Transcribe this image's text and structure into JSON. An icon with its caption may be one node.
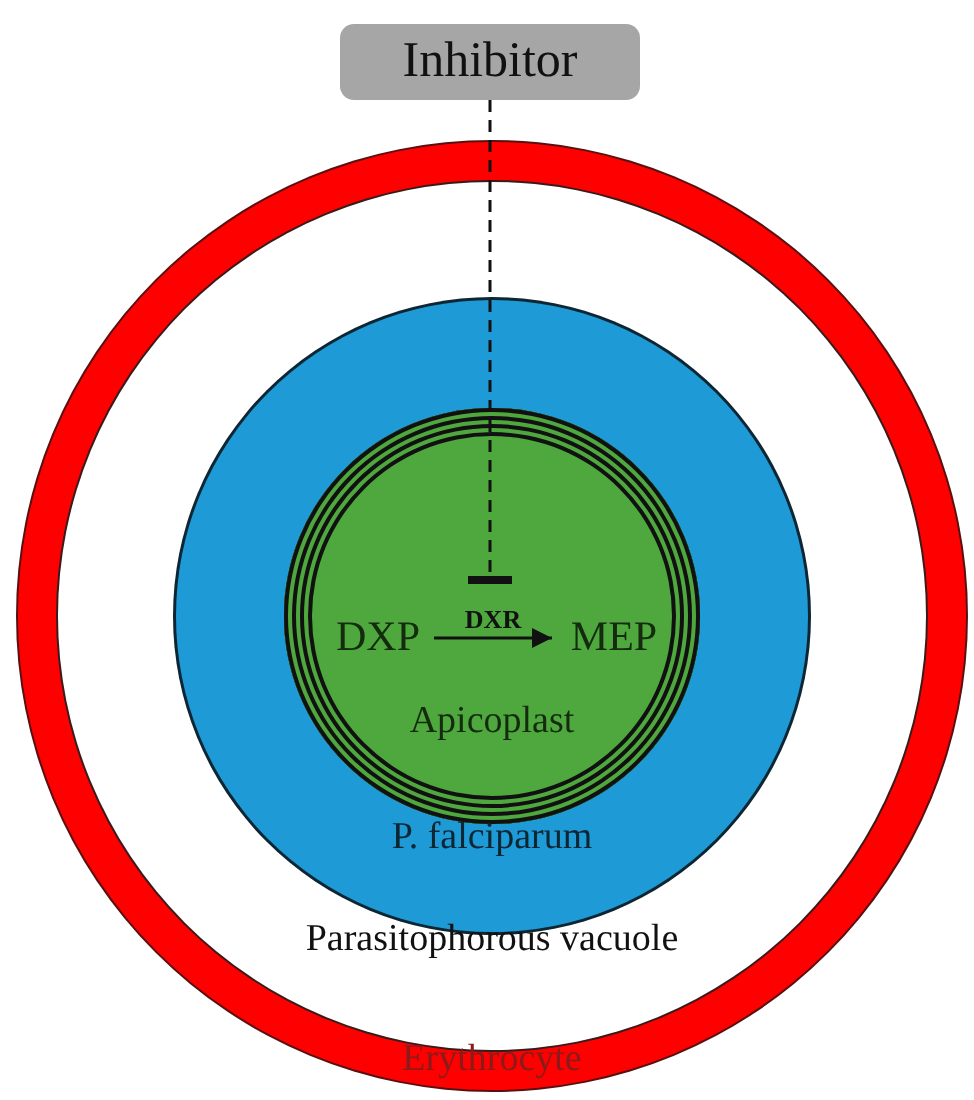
{
  "diagram": {
    "nodes": [
      {
        "text": [
          "Erythrocyte"
        ]
      },
      {
        "text": [
          "Parasitophorous vacuole"
        ],
        "in": 0
      },
      {
        "text": [
          "P. falciparum"
        ],
        "in": 1
      },
      {
        "text": [
          "Apicoplast"
        ],
        "in": 2
      },
      {
        "text": [
          "DXP"
        ],
        "in": 3
      },
      {
        "text": [
          "MEP"
        ],
        "in": 3
      },
      {
        "text": [
          "Inhibitor"
        ]
      }
    ],
    "edges": [
      {
        "from": 4,
        "to": 5,
        "arrow": "to",
        "label": "DXR"
      },
      {
        "from": 6,
        "to": null,
        "arrow": "other",
        "style": "dashed"
      }
    ]
  }
}
